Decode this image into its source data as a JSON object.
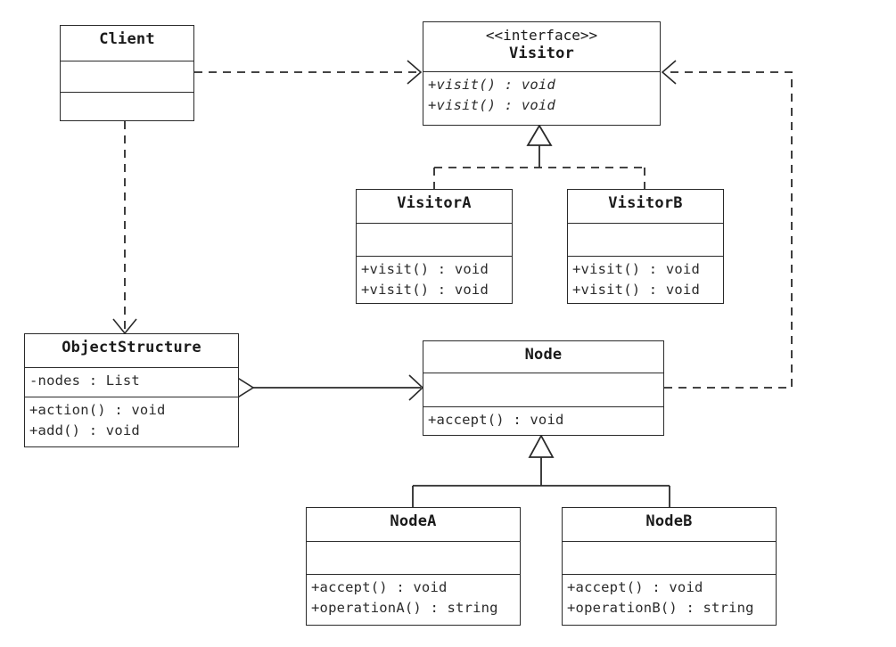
{
  "diagram": {
    "kind": "uml-class-diagram",
    "pattern": "Visitor",
    "background_color": "#ffffff",
    "line_color": "#2a2a2a"
  },
  "classes": {
    "client": {
      "name": "Client",
      "stereotype": "",
      "attributes": [],
      "methods": []
    },
    "visitor": {
      "name": "Visitor",
      "stereotype": "《 interface 》",
      "stereotype_text": "<<interface>>",
      "attributes": [],
      "methods": [
        "+visit() : void",
        "+visit() : void"
      ]
    },
    "visitor_a": {
      "name": "VisitorA",
      "stereotype": "",
      "attributes": [],
      "methods": [
        "+visit() : void",
        "+visit() : void"
      ]
    },
    "visitor_b": {
      "name": "VisitorB",
      "stereotype": "",
      "attributes": [],
      "methods": [
        "+visit() : void",
        "+visit() : void"
      ]
    },
    "object_structure": {
      "name": "ObjectStructure",
      "stereotype": "",
      "attributes": [
        "-nodes : List"
      ],
      "methods": [
        "+action() : void",
        "+add() : void"
      ]
    },
    "node": {
      "name": "Node",
      "stereotype": "",
      "attributes": [],
      "methods": [
        "+accept() : void"
      ]
    },
    "node_a": {
      "name": "NodeA",
      "stereotype": "",
      "attributes": [],
      "methods": [
        "+accept() : void",
        "+operationA() : string"
      ]
    },
    "node_b": {
      "name": "NodeB",
      "stereotype": "",
      "attributes": [],
      "methods": [
        "+accept() : void",
        "+operationB() : string"
      ]
    }
  },
  "relationships": [
    {
      "id": "client-visitor",
      "from": "Client",
      "to": "Visitor",
      "type": "dependency",
      "style": "dashed",
      "arrow": "open-arrow"
    },
    {
      "id": "client-objectstructure",
      "from": "Client",
      "to": "ObjectStructure",
      "type": "dependency",
      "style": "dashed",
      "arrow": "open-arrow"
    },
    {
      "id": "visitora-visitor",
      "from": "VisitorA",
      "to": "Visitor",
      "type": "realization",
      "style": "dashed",
      "arrow": "hollow-triangle"
    },
    {
      "id": "visitorb-visitor",
      "from": "VisitorB",
      "to": "Visitor",
      "type": "realization",
      "style": "dashed",
      "arrow": "hollow-triangle"
    },
    {
      "id": "objectstructure-node",
      "from": "ObjectStructure",
      "to": "Node",
      "type": "aggregation",
      "style": "solid",
      "arrow": "open-arrow",
      "source_decoration": "hollow-diamond"
    },
    {
      "id": "node-visitor",
      "from": "Node",
      "to": "Visitor",
      "type": "dependency",
      "style": "dashed",
      "arrow": "open-arrow"
    },
    {
      "id": "nodea-node",
      "from": "NodeA",
      "to": "Node",
      "type": "generalization",
      "style": "solid",
      "arrow": "hollow-triangle"
    },
    {
      "id": "nodeb-node",
      "from": "NodeB",
      "to": "Node",
      "type": "generalization",
      "style": "solid",
      "arrow": "hollow-triangle"
    }
  ]
}
